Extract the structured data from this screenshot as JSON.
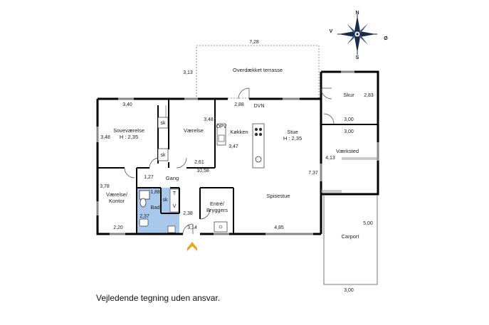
{
  "compass": {
    "north": "N",
    "south": "S",
    "east": "Ø",
    "west": "V"
  },
  "rooms": {
    "terrace": "Overdækket terrasse",
    "skur": "Skur",
    "sovevaerelse": "Soveværelse",
    "sovevaerelse_height": "H : 2,35",
    "vaerelse": "Værelse",
    "koekken": "Køkken",
    "stue": "Stue",
    "stue_height": "H : 2,35",
    "vaerksted": "Værksted",
    "gang": "Gang",
    "vaerelse_kontor_1": "Værelse/",
    "vaerelse_kontor_2": "Kontor",
    "bad": "Bad",
    "entre_1": "Entré/",
    "entre_2": "Bryggers",
    "spisestue": "Spisestue",
    "carport": "Carport"
  },
  "fixtures": {
    "sk_1": "sk",
    "sk_2": "sk",
    "sk_3": "sk",
    "opv": "OPV",
    "dvn": "DVN",
    "t": "T",
    "v": "V"
  },
  "dimensions": {
    "d_7_28": "7,28",
    "d_3_13": "3,13",
    "d_2_83": "2,83",
    "d_3_00_a": "3,00",
    "d_3_00_b": "3,00",
    "d_3_40": "3,40",
    "d_3_48_a": "3,48",
    "d_3_48_b": "3,48",
    "d_2_88": "2,88",
    "d_3_47": "3,47",
    "d_4_13": "4,13",
    "d_2_61": "2,61",
    "d_10_58": "10,58",
    "d_7_37": "7,37",
    "d_1_27": "1,27",
    "d_3_78": "3,78",
    "d_1_88": "1,88",
    "d_2_37": "2,37",
    "d_2_38": "2,38",
    "d_2_20": "2,20",
    "d_3_14": "3,14",
    "d_4_85": "4,85",
    "d_5_00": "5,00",
    "d_3_00_c": "3,00"
  },
  "caption": "Vejledende tegning uden ansvar."
}
